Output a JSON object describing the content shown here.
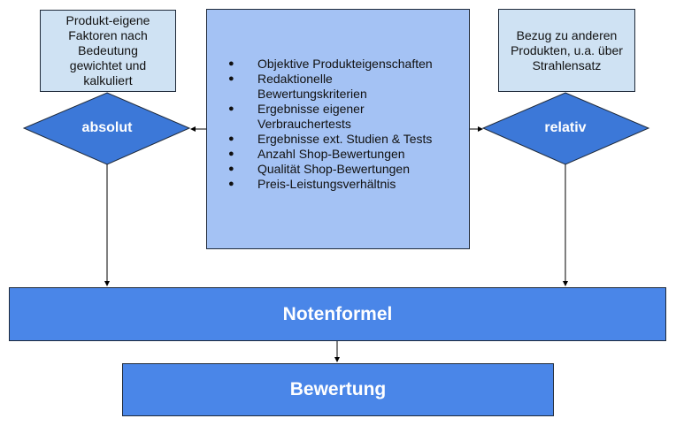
{
  "left_note": {
    "text": "Produkt-eigene Faktoren nach Bedeutung gewichtet und kalkuliert"
  },
  "right_note": {
    "text": "Bezug zu anderen Produkten, u.a. über Strahlensatz"
  },
  "decisions": {
    "absolut": "absolut",
    "relativ": "relativ"
  },
  "criteria": {
    "items": [
      "Objektive Produkteigenschaften",
      "Redaktionelle Bewertungskriterien",
      "Ergebnisse eigener Verbrauchertests",
      "Ergebnisse ext. Studien & Tests",
      "Anzahl Shop-Bewertungen",
      "Qualität Shop-Bewertungen",
      "Preis-Leistungsverhältnis"
    ]
  },
  "formula": {
    "label": "Notenformel"
  },
  "result": {
    "label": "Bewertung"
  },
  "colors": {
    "light": "#cfe2f3",
    "mid": "#a4c2f4",
    "blue": "#4a86e8",
    "diamond": "#3c78d8"
  }
}
